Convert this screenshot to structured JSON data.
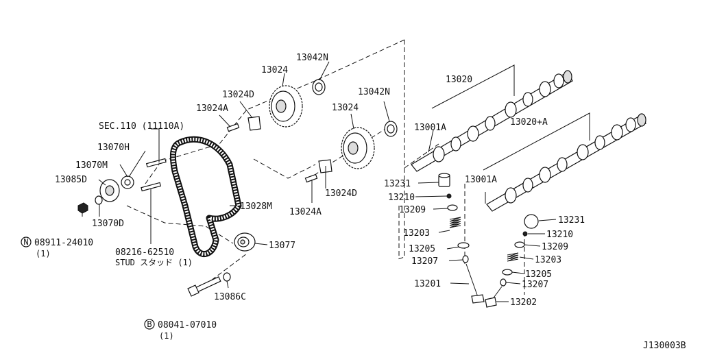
{
  "diagram": {
    "ref_code": "J130003B",
    "labels": {
      "p13042N_a": "13042N",
      "p13024_a": "13024",
      "p13024D_a": "13024D",
      "p13024A_a": "13024A",
      "sec110": "SEC.110 (11110A)",
      "p13070H": "13070H",
      "p13070M": "13070M",
      "p13085D": "13085D",
      "p13070D": "13070D",
      "p08911_num": "08911-24010",
      "p08911_qty": "(1)",
      "p08216": "08216-62510",
      "stud": "STUD スタッド (1)",
      "p13028M": "13028M",
      "p13077": "13077",
      "p13086C": "13086C",
      "p08041_num": "08041-07010",
      "p08041_qty": "(1)",
      "p13042N_b": "13042N",
      "p13024_b": "13024",
      "p13024D_b": "13024D",
      "p13024A_b": "13024A",
      "p13020": "13020",
      "p13001A_a": "13001A",
      "p13020plusA": "13020+A",
      "p13001A_b": "13001A",
      "p13231_a": "13231",
      "p13210_a": "13210",
      "p13209_a": "13209",
      "p13203_a": "13203",
      "p13205_a": "13205",
      "p13207_a": "13207",
      "p13201": "13201",
      "p13231_b": "13231",
      "p13210_b": "13210",
      "p13209_b": "13209",
      "p13203_b": "13203",
      "p13205_b": "13205",
      "p13207_b": "13207",
      "p13202": "13202"
    },
    "symbols": {
      "nut": "N",
      "bolt": "B"
    }
  }
}
